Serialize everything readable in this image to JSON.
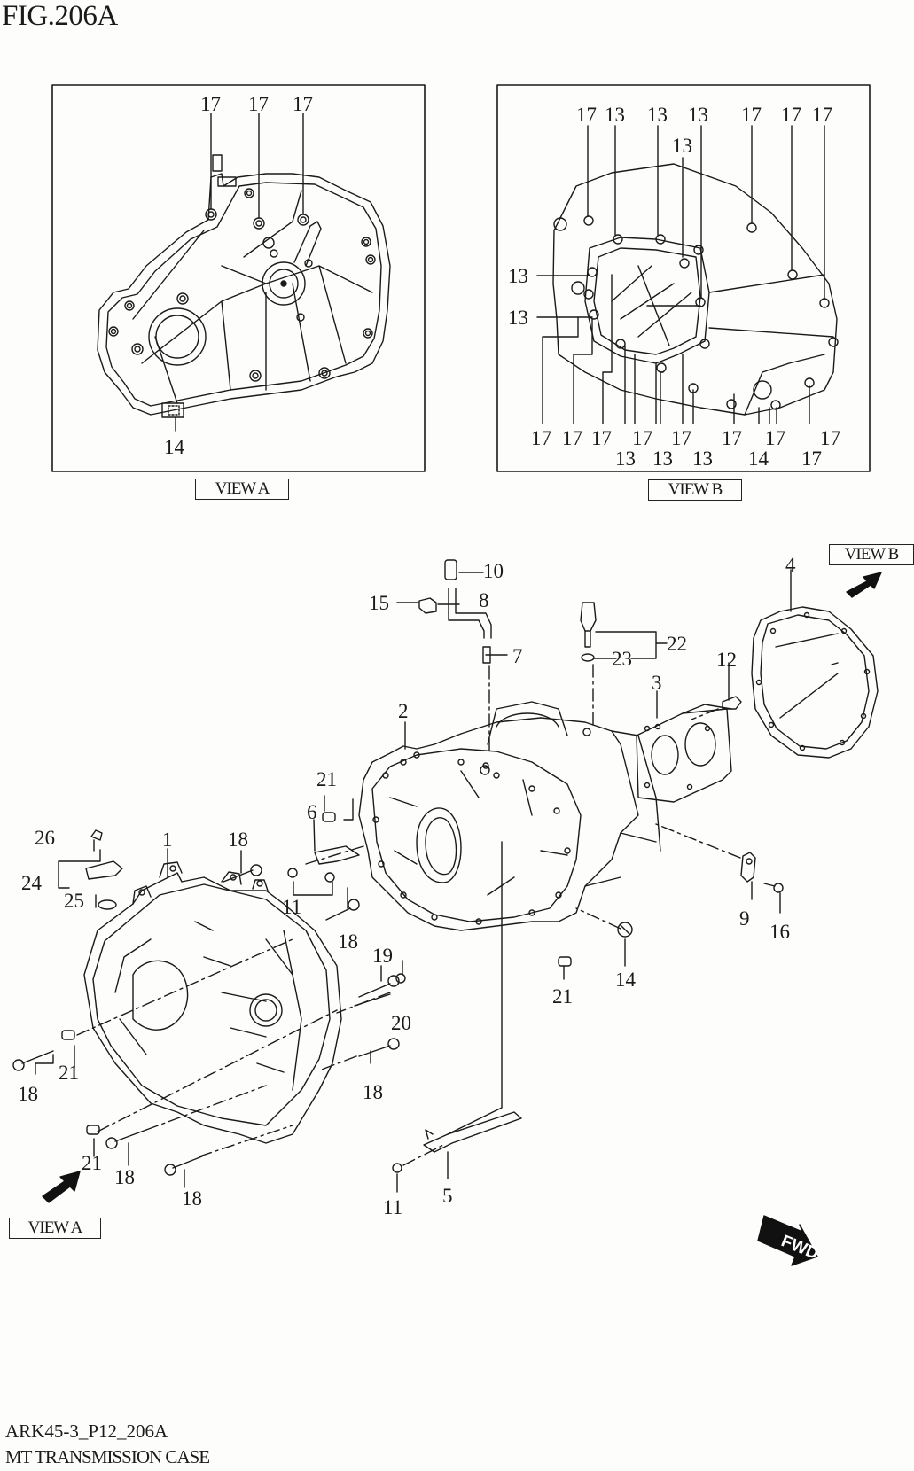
{
  "figure": {
    "title": "FIG.206A",
    "code": "ARK45-3_P12_206A",
    "name": "MT TRANSMISSION CASE"
  },
  "view_a_panel": {
    "caption": "VIEW A",
    "callouts": [
      "17",
      "17",
      "17",
      "14"
    ]
  },
  "view_b_panel": {
    "caption": "VIEW B",
    "top_callouts": [
      "17",
      "13",
      "13",
      "13",
      "13",
      "17",
      "17",
      "17"
    ],
    "left_callouts": [
      "13",
      "13"
    ],
    "bottom_callouts_row1": [
      "17",
      "17",
      "17",
      "17",
      "17",
      "17",
      "17",
      "17"
    ],
    "bottom_callouts_row2": [
      "13",
      "13",
      "13",
      "14",
      "17"
    ]
  },
  "main_view": {
    "view_a_pointer": "VIEW A",
    "view_b_pointer": "VIEW B",
    "fwd_badge": "FWD",
    "parts": {
      "p1": "1",
      "p2": "2",
      "p3": "3",
      "p4": "4",
      "p5": "5",
      "p6": "6",
      "p7": "7",
      "p8": "8",
      "p9": "9",
      "p10": "10",
      "p11a": "11",
      "p11b": "11",
      "p12": "12",
      "p14": "14",
      "p15": "15",
      "p16": "16",
      "p18a": "18",
      "p18b": "18",
      "p18c": "18",
      "p18d": "18",
      "p18e": "18",
      "p18f": "18",
      "p19": "19",
      "p20": "20",
      "p21a": "21",
      "p21b": "21",
      "p21c": "21",
      "p21d": "21",
      "p22": "22",
      "p23": "23",
      "p24": "24",
      "p25": "25",
      "p26": "26"
    }
  }
}
